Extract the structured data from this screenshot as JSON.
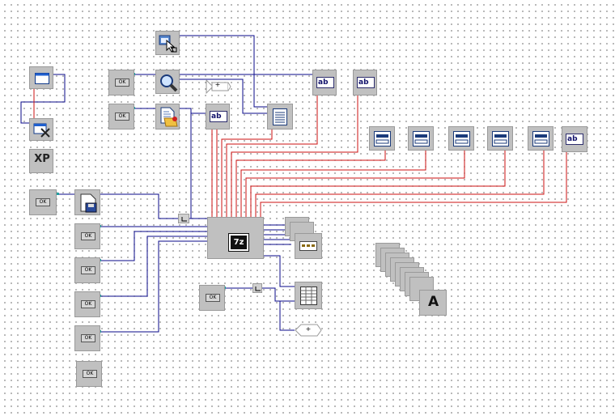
{
  "buttons": {
    "ok_label": "OK",
    "rows": [
      "OK",
      "OK",
      "OK",
      "OK",
      "OK",
      "OK",
      "OK",
      "OK",
      "OK"
    ]
  },
  "xp_label": "XP",
  "text_field_label": "ab",
  "archive_label": "7z",
  "font_label": "A",
  "plus_label": "+",
  "icons": [
    "window-icon",
    "form-tools-icon",
    "cursor-select-icon",
    "search-icon",
    "open-file-icon",
    "save-disk-icon",
    "list-icon",
    "text-field-icon",
    "listbox-icon",
    "archive-7z-icon",
    "table-icon",
    "font-icon"
  ],
  "colors": {
    "wire_blue": "#0a0a8a",
    "wire_red": "#cc1111",
    "component": "#c0c0c0",
    "pin": "#20a0a0"
  }
}
